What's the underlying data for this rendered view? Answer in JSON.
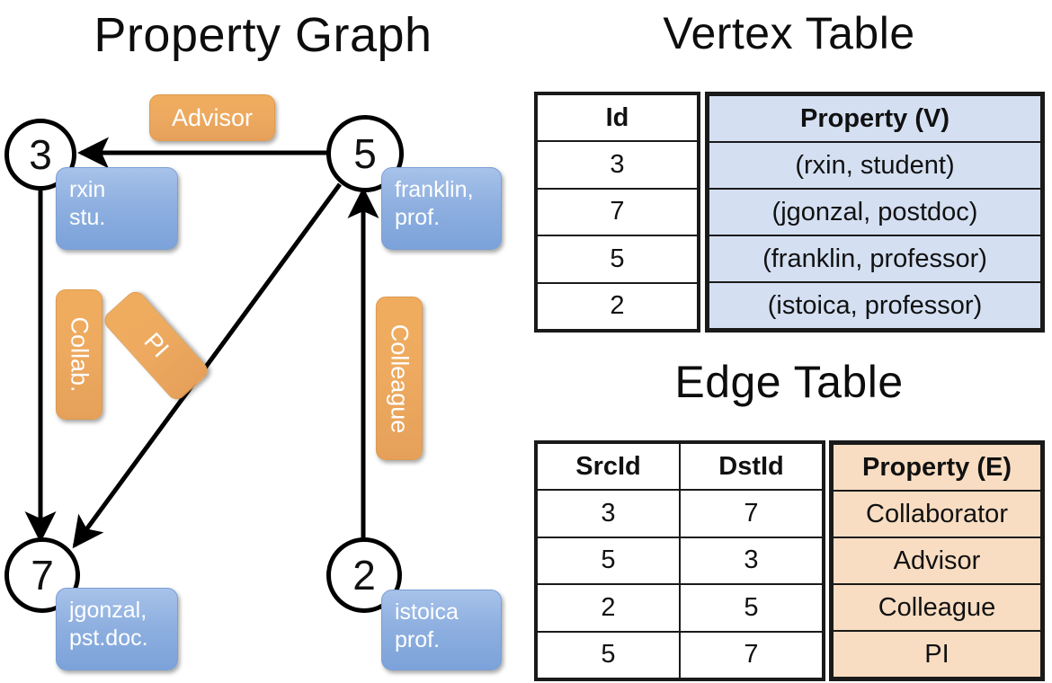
{
  "titles": {
    "property_graph": "Property Graph",
    "vertex_table": "Vertex Table",
    "edge_table": "Edge Table"
  },
  "graph": {
    "nodes": [
      {
        "id": "3",
        "prop_line1": "rxin",
        "prop_line2": "stu."
      },
      {
        "id": "5",
        "prop_line1": "franklin,",
        "prop_line2": "prof."
      },
      {
        "id": "7",
        "prop_line1": "jgonzal,",
        "prop_line2": "pst.doc."
      },
      {
        "id": "2",
        "prop_line1": "istoica",
        "prop_line2": "prof."
      }
    ],
    "edge_labels": [
      {
        "name": "advisor",
        "text": "Advisor"
      },
      {
        "name": "collab",
        "text": "Collab."
      },
      {
        "name": "pi",
        "text": "PI"
      },
      {
        "name": "colleague",
        "text": "Colleague"
      }
    ]
  },
  "vertex_table": {
    "headers": [
      "Id",
      "Property (V)"
    ],
    "rows": [
      {
        "id": "3",
        "property": "(rxin, student)"
      },
      {
        "id": "7",
        "property": "(jgonzal, postdoc)"
      },
      {
        "id": "5",
        "property": "(franklin, professor)"
      },
      {
        "id": "2",
        "property": "(istoica, professor)"
      }
    ]
  },
  "edge_table": {
    "headers": [
      "SrcId",
      "DstId",
      "Property (E)"
    ],
    "rows": [
      {
        "src": "3",
        "dst": "7",
        "property": "Collaborator"
      },
      {
        "src": "5",
        "dst": "3",
        "property": "Advisor"
      },
      {
        "src": "2",
        "dst": "5",
        "property": "Colleague"
      },
      {
        "src": "5",
        "dst": "7",
        "property": "PI"
      }
    ]
  },
  "colors": {
    "vertex_property_fill": "#d4e0f2",
    "edge_property_fill": "#f8ddc2",
    "node_callout_blue": "#8fb0e0",
    "edge_label_orange": "#eeab60",
    "stroke": "#000000"
  }
}
